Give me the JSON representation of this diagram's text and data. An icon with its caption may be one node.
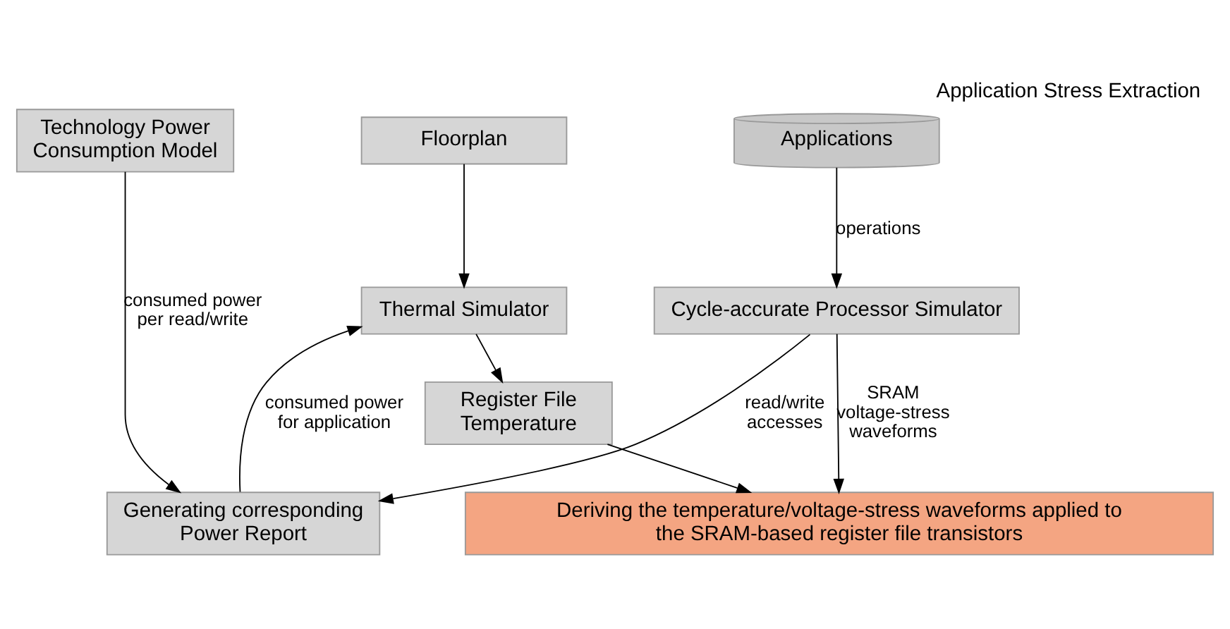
{
  "diagram": {
    "title": "Application Stress Extraction",
    "nodes": [
      {
        "text": [
          "Applications"
        ]
      },
      {
        "text": [
          "Technology Power Consumption Model"
        ]
      },
      {
        "text": [
          "Cycle-accurate Processor Simulator"
        ]
      },
      {
        "text": [
          "Generating corresponding Power Report"
        ]
      },
      {
        "text": [
          "Floorplan"
        ]
      },
      {
        "text": [
          "Thermal Simulator"
        ]
      },
      {
        "text": [
          "Register File Temperature"
        ]
      },
      {
        "text": [
          "Deriving the temperature/voltage-stress waveforms applied to the SRAM-based register file transistors"
        ]
      }
    ],
    "edges": [
      {
        "from": 0,
        "to": 2,
        "arrow": "to",
        "label": "operations"
      },
      {
        "from": 2,
        "to": 3,
        "arrow": "to",
        "label": "read/write accesses"
      },
      {
        "from": 1,
        "to": 3,
        "arrow": "to",
        "label": "consumed power per read/write"
      },
      {
        "from": 2,
        "to": 7,
        "arrow": "to",
        "label": "SRAM voltage-stress waveforms"
      },
      {
        "from": 3,
        "to": 5,
        "arrow": "to",
        "label": "consumed power for application"
      },
      {
        "from": 4,
        "to": 5,
        "arrow": "to"
      },
      {
        "from": 5,
        "to": 6,
        "arrow": "to"
      },
      {
        "from": 6,
        "to": 7,
        "arrow": "to"
      }
    ]
  }
}
